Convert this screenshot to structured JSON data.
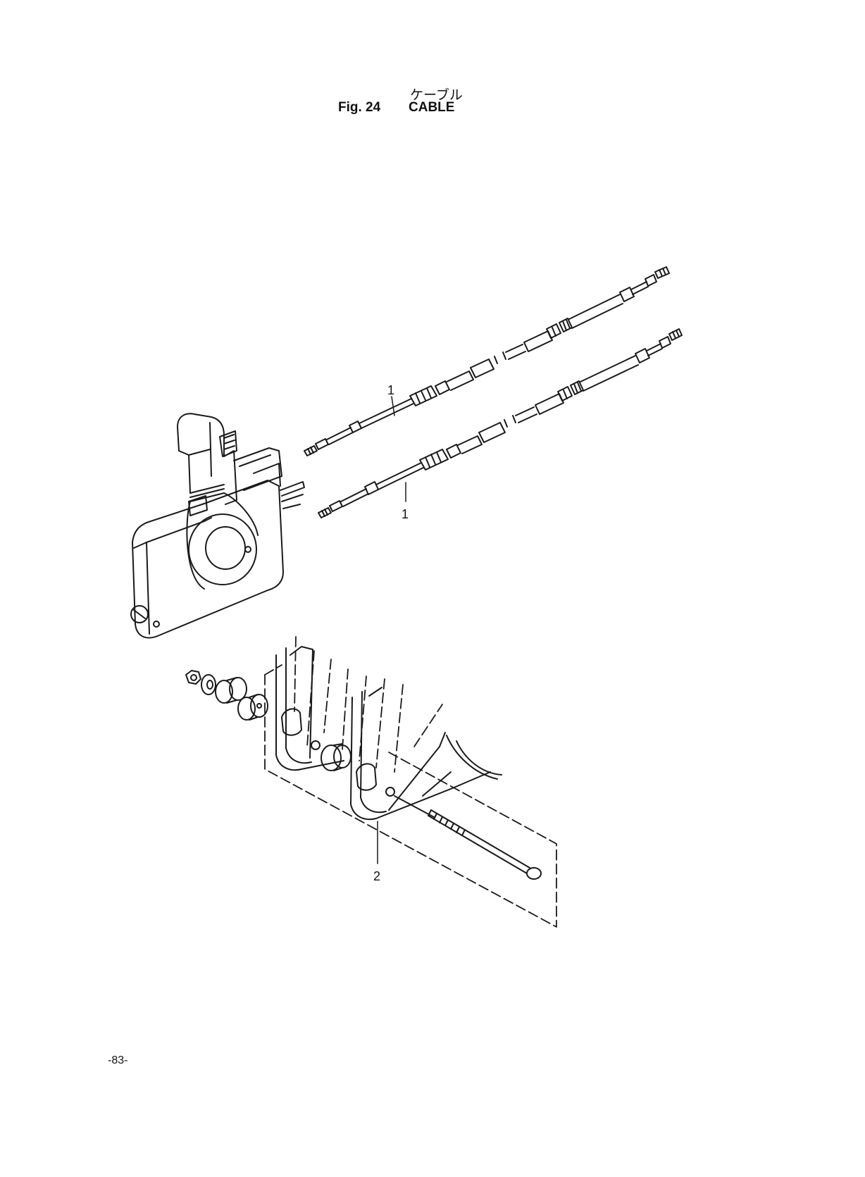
{
  "header": {
    "title_jp": "ケーブル",
    "fig_label": "Fig. 24",
    "title_en": "CABLE"
  },
  "callouts": {
    "cable_upper": "1",
    "cable_lower": "1",
    "bracket_kit": "2"
  },
  "footer": {
    "page_number": "-83-"
  }
}
